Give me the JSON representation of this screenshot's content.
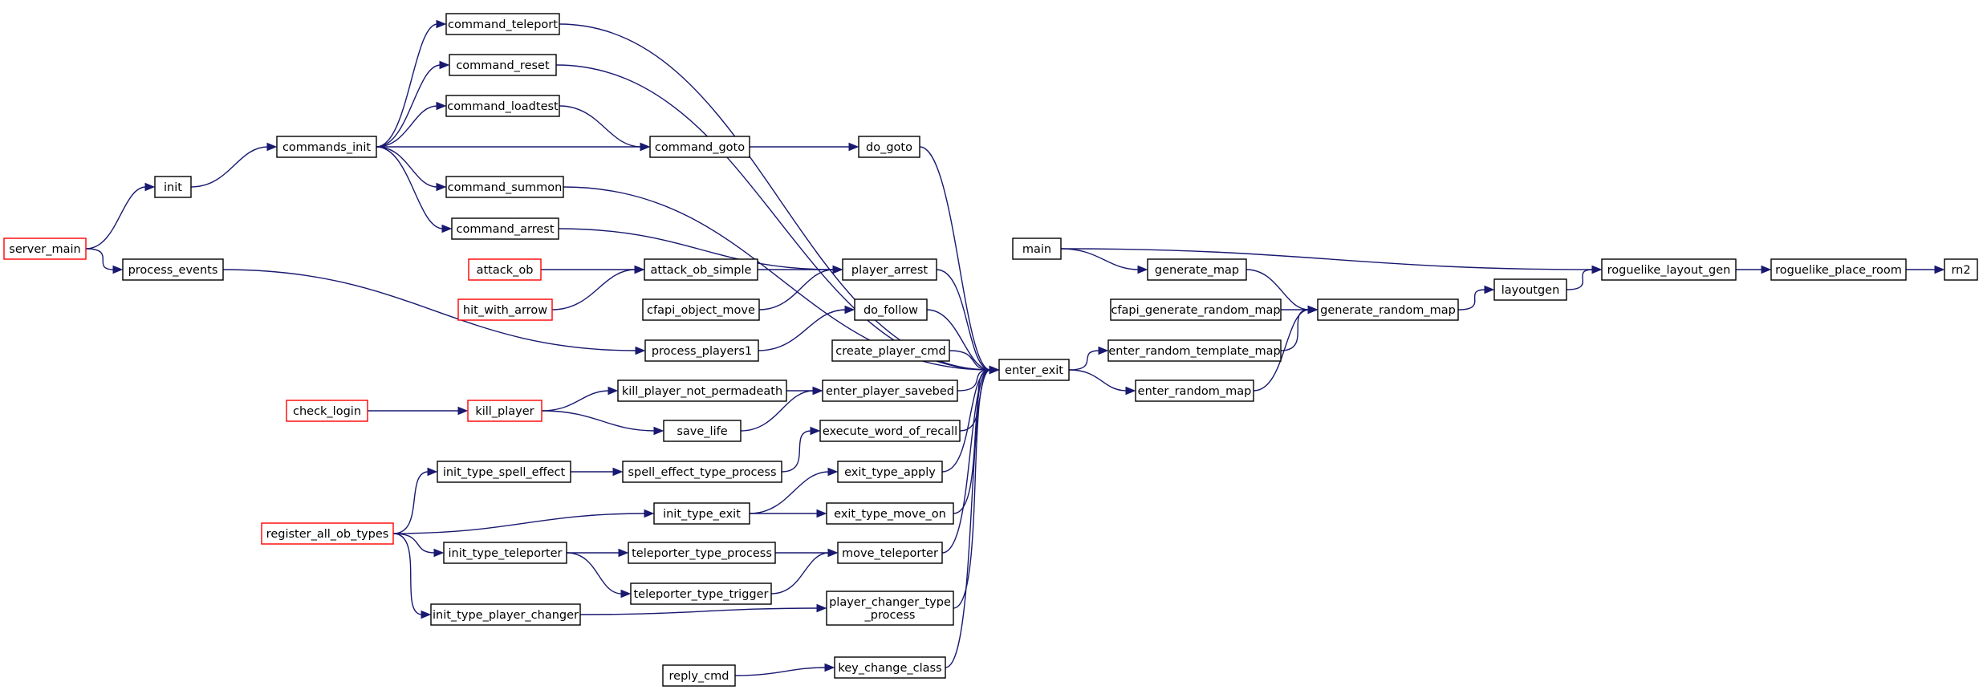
{
  "colors": {
    "edge": "#191970",
    "node_border": "#000000",
    "node_border_truncated": "#ff0000",
    "target_fill": "#bfbfbf",
    "node_fill": "#ffffff"
  },
  "nodes": [
    {
      "id": "rn2",
      "label": "rn2",
      "style": "target"
    },
    {
      "id": "roguelike_place_room",
      "label": "roguelike_place_room",
      "style": "normal"
    },
    {
      "id": "roguelike_layout_gen",
      "label": "roguelike_layout_gen",
      "style": "normal"
    },
    {
      "id": "layoutgen",
      "label": "layoutgen",
      "style": "normal"
    },
    {
      "id": "main",
      "label": "main",
      "style": "normal"
    },
    {
      "id": "generate_random_map",
      "label": "generate_random_map",
      "style": "normal"
    },
    {
      "id": "generate_map",
      "label": "generate_map",
      "style": "normal"
    },
    {
      "id": "cfapi_generate_random_map",
      "label": "cfapi_generate_random_map",
      "style": "normal"
    },
    {
      "id": "enter_random_template_map",
      "label": "enter_random_template_map",
      "style": "normal"
    },
    {
      "id": "enter_random_map",
      "label": "enter_random_map",
      "style": "normal"
    },
    {
      "id": "enter_exit",
      "label": "enter_exit",
      "style": "normal"
    },
    {
      "id": "command_teleport",
      "label": "command_teleport",
      "style": "normal"
    },
    {
      "id": "command_reset",
      "label": "command_reset",
      "style": "normal"
    },
    {
      "id": "command_loadtest",
      "label": "command_loadtest",
      "style": "normal"
    },
    {
      "id": "command_goto",
      "label": "command_goto",
      "style": "normal"
    },
    {
      "id": "do_goto",
      "label": "do_goto",
      "style": "normal"
    },
    {
      "id": "command_summon",
      "label": "command_summon",
      "style": "normal"
    },
    {
      "id": "command_arrest",
      "label": "command_arrest",
      "style": "normal"
    },
    {
      "id": "commands_init",
      "label": "commands_init",
      "style": "normal"
    },
    {
      "id": "init",
      "label": "init",
      "style": "normal"
    },
    {
      "id": "server_main",
      "label": "server_main",
      "style": "truncated"
    },
    {
      "id": "process_events",
      "label": "process_events",
      "style": "normal"
    },
    {
      "id": "player_arrest",
      "label": "player_arrest",
      "style": "normal"
    },
    {
      "id": "attack_ob_simple",
      "label": "attack_ob_simple",
      "style": "normal"
    },
    {
      "id": "attack_ob",
      "label": "attack_ob",
      "style": "truncated"
    },
    {
      "id": "hit_with_arrow",
      "label": "hit_with_arrow",
      "style": "truncated"
    },
    {
      "id": "cfapi_object_move",
      "label": "cfapi_object_move",
      "style": "normal"
    },
    {
      "id": "do_follow",
      "label": "do_follow",
      "style": "normal"
    },
    {
      "id": "process_players1",
      "label": "process_players1",
      "style": "normal"
    },
    {
      "id": "create_player_cmd",
      "label": "create_player_cmd",
      "style": "normal"
    },
    {
      "id": "enter_player_savebed",
      "label": "enter_player_savebed",
      "style": "normal"
    },
    {
      "id": "kill_player_not_permadeath",
      "label": "kill_player_not_permadeath",
      "style": "normal"
    },
    {
      "id": "kill_player",
      "label": "kill_player",
      "style": "truncated"
    },
    {
      "id": "check_login",
      "label": "check_login",
      "style": "truncated"
    },
    {
      "id": "save_life",
      "label": "save_life",
      "style": "normal"
    },
    {
      "id": "execute_word_of_recall",
      "label": "execute_word_of_recall",
      "style": "normal"
    },
    {
      "id": "spell_effect_type_process",
      "label": "spell_effect_type_process",
      "style": "normal"
    },
    {
      "id": "init_type_spell_effect",
      "label": "init_type_spell_effect",
      "style": "normal"
    },
    {
      "id": "register_all_ob_types",
      "label": "register_all_ob_types",
      "style": "truncated"
    },
    {
      "id": "exit_type_apply",
      "label": "exit_type_apply",
      "style": "normal"
    },
    {
      "id": "init_type_exit",
      "label": "init_type_exit",
      "style": "normal"
    },
    {
      "id": "exit_type_move_on",
      "label": "exit_type_move_on",
      "style": "normal"
    },
    {
      "id": "init_type_teleporter",
      "label": "init_type_teleporter",
      "style": "normal"
    },
    {
      "id": "teleporter_type_process",
      "label": "teleporter_type_process",
      "style": "normal"
    },
    {
      "id": "move_teleporter",
      "label": "move_teleporter",
      "style": "normal"
    },
    {
      "id": "teleporter_type_trigger",
      "label": "teleporter_type_trigger",
      "style": "normal"
    },
    {
      "id": "init_type_player_changer",
      "label": "init_type_player_changer",
      "style": "normal"
    },
    {
      "id": "player_changer_type_process",
      "label": "player_changer_type\n_process",
      "style": "normal"
    },
    {
      "id": "key_change_class",
      "label": "key_change_class",
      "style": "normal"
    },
    {
      "id": "reply_cmd",
      "label": "reply_cmd",
      "style": "normal"
    }
  ],
  "edges": [
    {
      "from": "roguelike_place_room",
      "to": "rn2"
    },
    {
      "from": "roguelike_layout_gen",
      "to": "roguelike_place_room"
    },
    {
      "from": "layoutgen",
      "to": "roguelike_layout_gen"
    },
    {
      "from": "main",
      "to": "roguelike_layout_gen"
    },
    {
      "from": "generate_random_map",
      "to": "layoutgen"
    },
    {
      "from": "main",
      "to": "generate_map"
    },
    {
      "from": "generate_map",
      "to": "generate_random_map"
    },
    {
      "from": "cfapi_generate_random_map",
      "to": "generate_random_map"
    },
    {
      "from": "enter_random_template_map",
      "to": "generate_random_map"
    },
    {
      "from": "enter_random_map",
      "to": "generate_random_map"
    },
    {
      "from": "enter_exit",
      "to": "enter_random_template_map"
    },
    {
      "from": "enter_exit",
      "to": "enter_random_map"
    },
    {
      "from": "command_teleport",
      "to": "enter_exit"
    },
    {
      "from": "command_reset",
      "to": "enter_exit"
    },
    {
      "from": "do_goto",
      "to": "enter_exit"
    },
    {
      "from": "command_summon",
      "to": "enter_exit"
    },
    {
      "from": "player_arrest",
      "to": "enter_exit"
    },
    {
      "from": "do_follow",
      "to": "enter_exit"
    },
    {
      "from": "create_player_cmd",
      "to": "enter_exit"
    },
    {
      "from": "enter_player_savebed",
      "to": "enter_exit"
    },
    {
      "from": "execute_word_of_recall",
      "to": "enter_exit"
    },
    {
      "from": "exit_type_apply",
      "to": "enter_exit"
    },
    {
      "from": "exit_type_move_on",
      "to": "enter_exit"
    },
    {
      "from": "move_teleporter",
      "to": "enter_exit"
    },
    {
      "from": "player_changer_type_process",
      "to": "enter_exit"
    },
    {
      "from": "key_change_class",
      "to": "enter_exit"
    },
    {
      "from": "commands_init",
      "to": "command_teleport"
    },
    {
      "from": "commands_init",
      "to": "command_reset"
    },
    {
      "from": "commands_init",
      "to": "command_loadtest"
    },
    {
      "from": "commands_init",
      "to": "command_goto"
    },
    {
      "from": "commands_init",
      "to": "command_summon"
    },
    {
      "from": "commands_init",
      "to": "command_arrest"
    },
    {
      "from": "command_loadtest",
      "to": "command_goto"
    },
    {
      "from": "command_goto",
      "to": "do_goto"
    },
    {
      "from": "init",
      "to": "commands_init"
    },
    {
      "from": "server_main",
      "to": "init"
    },
    {
      "from": "server_main",
      "to": "process_events"
    },
    {
      "from": "command_arrest",
      "to": "player_arrest"
    },
    {
      "from": "attack_ob_simple",
      "to": "player_arrest"
    },
    {
      "from": "cfapi_object_move",
      "to": "player_arrest"
    },
    {
      "from": "attack_ob",
      "to": "attack_ob_simple"
    },
    {
      "from": "hit_with_arrow",
      "to": "attack_ob_simple"
    },
    {
      "from": "process_events",
      "to": "process_players1"
    },
    {
      "from": "process_players1",
      "to": "do_follow"
    },
    {
      "from": "kill_player_not_permadeath",
      "to": "enter_player_savebed"
    },
    {
      "from": "save_life",
      "to": "enter_player_savebed"
    },
    {
      "from": "kill_player",
      "to": "kill_player_not_permadeath"
    },
    {
      "from": "kill_player",
      "to": "save_life"
    },
    {
      "from": "check_login",
      "to": "kill_player"
    },
    {
      "from": "spell_effect_type_process",
      "to": "execute_word_of_recall"
    },
    {
      "from": "init_type_spell_effect",
      "to": "spell_effect_type_process"
    },
    {
      "from": "register_all_ob_types",
      "to": "init_type_spell_effect"
    },
    {
      "from": "register_all_ob_types",
      "to": "init_type_exit"
    },
    {
      "from": "register_all_ob_types",
      "to": "init_type_teleporter"
    },
    {
      "from": "register_all_ob_types",
      "to": "init_type_player_changer"
    },
    {
      "from": "init_type_exit",
      "to": "exit_type_apply"
    },
    {
      "from": "init_type_exit",
      "to": "exit_type_move_on"
    },
    {
      "from": "init_type_teleporter",
      "to": "teleporter_type_process"
    },
    {
      "from": "init_type_teleporter",
      "to": "teleporter_type_trigger"
    },
    {
      "from": "teleporter_type_process",
      "to": "move_teleporter"
    },
    {
      "from": "teleporter_type_trigger",
      "to": "move_teleporter"
    },
    {
      "from": "init_type_player_changer",
      "to": "player_changer_type_process"
    },
    {
      "from": "reply_cmd",
      "to": "key_change_class"
    }
  ]
}
